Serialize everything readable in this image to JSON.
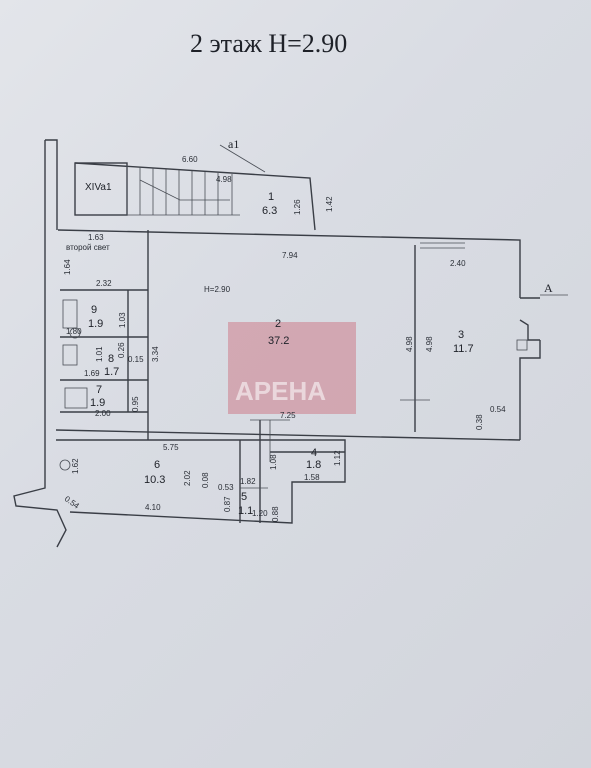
{
  "title": "2 этаж  H=2.90",
  "section_marks": {
    "top": "а1",
    "right": "A"
  },
  "rooms": [
    {
      "id": "XIVa1",
      "label": "XIVa1"
    },
    {
      "no": "1",
      "area": "6.3"
    },
    {
      "no": "2",
      "area": "37.2",
      "height": "H=2.90"
    },
    {
      "no": "3",
      "area": "11.7"
    },
    {
      "no": "4",
      "area": "1.8"
    },
    {
      "no": "5",
      "area": "1.1"
    },
    {
      "no": "6",
      "area": "10.3"
    },
    {
      "no": "7",
      "area": "1.9"
    },
    {
      "no": "8",
      "area": "1.7"
    },
    {
      "no": "9",
      "area": "1.9"
    }
  ],
  "second_light": "второй свет",
  "dimensions": {
    "d660": "6.60",
    "d498a": "4.98",
    "d126": "1.26",
    "d142": "1.42",
    "d163": "1.63",
    "d164": "1.64",
    "d232": "2.32",
    "d794": "7.94",
    "d240": "2.40",
    "d180": "1.80",
    "d103": "1.03",
    "d101": "1.01",
    "d026": "0.26",
    "d015": "0.15",
    "d334": "3.34",
    "d169": "1.69",
    "d200": "2.00",
    "d095": "0.95",
    "d498b": "4.98",
    "d498c": "4.98",
    "d725": "7.25",
    "d038": "0.38",
    "d054a": "0.54",
    "d575": "5.75",
    "d108": "1.08",
    "d112": "1.12",
    "d158": "1.58",
    "d162": "1.62",
    "d202": "2.02",
    "d008": "0.08",
    "d182": "1.82",
    "d053": "0.53",
    "d087": "0.87",
    "d120": "1.20",
    "d088": "0.88",
    "d054b": "0.54",
    "d410": "4.10"
  },
  "watermark": "АРЕНА"
}
